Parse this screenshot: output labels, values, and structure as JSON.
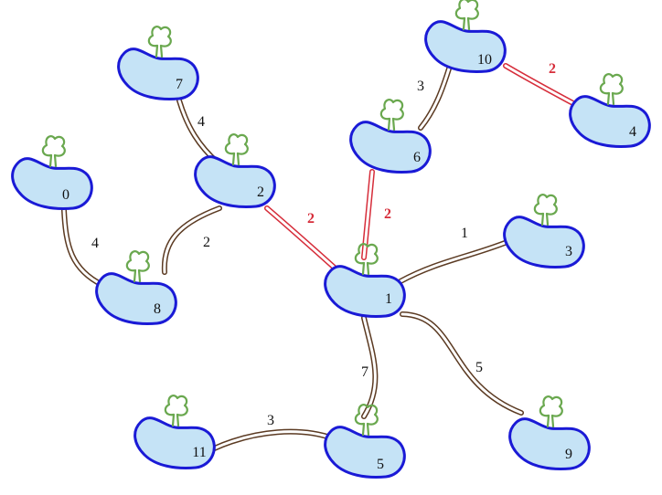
{
  "colors": {
    "island_fill": "#c5e3f6",
    "island_stroke": "#1a1ad6",
    "tree": "#6aa84f",
    "bridge": "#5b3a22",
    "bridge_highlight": "#d62d3a",
    "label": "#111111"
  },
  "icons": {
    "island": "island-icon",
    "tree": "tree-icon"
  },
  "islands": [
    {
      "id": "0",
      "label": "0"
    },
    {
      "id": "1",
      "label": "1"
    },
    {
      "id": "2",
      "label": "2"
    },
    {
      "id": "3",
      "label": "3"
    },
    {
      "id": "4",
      "label": "4"
    },
    {
      "id": "5",
      "label": "5"
    },
    {
      "id": "6",
      "label": "6"
    },
    {
      "id": "7",
      "label": "7"
    },
    {
      "id": "8",
      "label": "8"
    },
    {
      "id": "9",
      "label": "9"
    },
    {
      "id": "10",
      "label": "10"
    },
    {
      "id": "11",
      "label": "11"
    }
  ],
  "bridges": [
    {
      "from": "7",
      "to": "2",
      "weight": "4",
      "highlight": false
    },
    {
      "from": "0",
      "to": "8",
      "weight": "4",
      "highlight": false
    },
    {
      "from": "8",
      "to": "2",
      "weight": "2",
      "highlight": false
    },
    {
      "from": "2",
      "to": "1",
      "weight": "2",
      "highlight": true
    },
    {
      "from": "6",
      "to": "1",
      "weight": "2",
      "highlight": true
    },
    {
      "from": "6",
      "to": "10",
      "weight": "3",
      "highlight": false
    },
    {
      "from": "10",
      "to": "4",
      "weight": "2",
      "highlight": true
    },
    {
      "from": "1",
      "to": "3",
      "weight": "1",
      "highlight": false
    },
    {
      "from": "1",
      "to": "5",
      "weight": "7",
      "highlight": false
    },
    {
      "from": "1",
      "to": "9",
      "weight": "5",
      "highlight": false
    },
    {
      "from": "11",
      "to": "5",
      "weight": "3",
      "highlight": false
    }
  ]
}
